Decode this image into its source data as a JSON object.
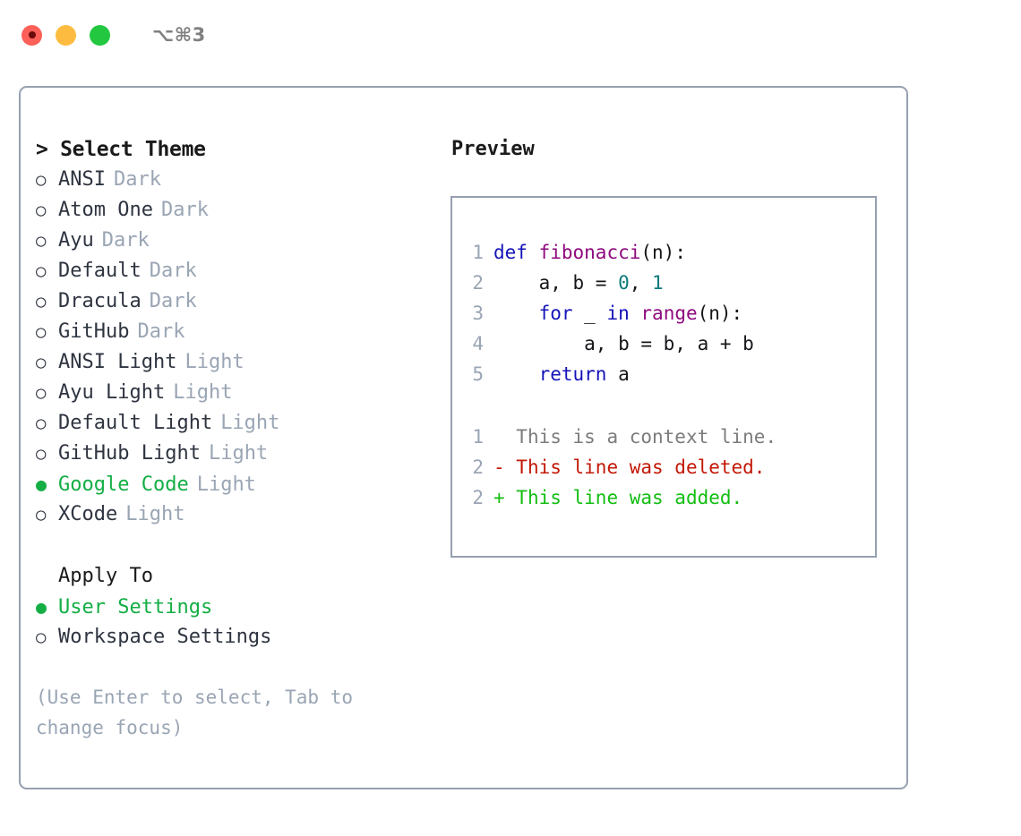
{
  "titlebar": {
    "traffic_lights": [
      {
        "name": "close",
        "color": "#FC6058",
        "recording": true
      },
      {
        "name": "minimize",
        "color": "#FDBC40",
        "recording": false
      },
      {
        "name": "maximize",
        "color": "#23C840",
        "recording": false
      }
    ],
    "shortcut": "⌥⌘3"
  },
  "left": {
    "header": "> Select Theme",
    "themes": [
      {
        "bullet": "○",
        "name": "ANSI",
        "kind": "Dark",
        "selected": false
      },
      {
        "bullet": "○",
        "name": "Atom One",
        "kind": "Dark",
        "selected": false
      },
      {
        "bullet": "○",
        "name": "Ayu",
        "kind": "Dark",
        "selected": false
      },
      {
        "bullet": "○",
        "name": "Default",
        "kind": "Dark",
        "selected": false
      },
      {
        "bullet": "○",
        "name": "Dracula",
        "kind": "Dark",
        "selected": false
      },
      {
        "bullet": "○",
        "name": "GitHub",
        "kind": "Dark",
        "selected": false
      },
      {
        "bullet": "○",
        "name": "ANSI Light",
        "kind": "Light",
        "selected": false
      },
      {
        "bullet": "○",
        "name": "Ayu Light",
        "kind": "Light",
        "selected": false
      },
      {
        "bullet": "○",
        "name": "Default Light",
        "kind": "Light",
        "selected": false
      },
      {
        "bullet": "○",
        "name": "GitHub Light",
        "kind": "Light",
        "selected": false
      },
      {
        "bullet": "●",
        "name": "Google Code",
        "kind": "Light",
        "selected": true
      },
      {
        "bullet": "○",
        "name": "XCode",
        "kind": "Light",
        "selected": false
      }
    ],
    "apply_to": {
      "header": "Apply To",
      "options": [
        {
          "bullet": "●",
          "label": "User Settings",
          "selected": true
        },
        {
          "bullet": "○",
          "label": "Workspace Settings",
          "selected": false
        }
      ]
    },
    "hint": "(Use Enter to select, Tab to change focus)"
  },
  "right": {
    "title": "Preview",
    "code_lines": [
      {
        "number": "1",
        "tokens": [
          {
            "t": "def",
            "c": "kw"
          },
          {
            "t": " ",
            "c": "pl"
          },
          {
            "t": "fibonacci",
            "c": "fn"
          },
          {
            "t": "(n):",
            "c": "pl"
          }
        ]
      },
      {
        "number": "2",
        "tokens": [
          {
            "t": "    a, b = ",
            "c": "pl"
          },
          {
            "t": "0",
            "c": "num"
          },
          {
            "t": ", ",
            "c": "pl"
          },
          {
            "t": "1",
            "c": "num"
          }
        ]
      },
      {
        "number": "3",
        "tokens": [
          {
            "t": "    ",
            "c": "pl"
          },
          {
            "t": "for",
            "c": "kw"
          },
          {
            "t": " _ ",
            "c": "pl"
          },
          {
            "t": "in",
            "c": "kw"
          },
          {
            "t": " ",
            "c": "pl"
          },
          {
            "t": "range",
            "c": "fn"
          },
          {
            "t": "(n):",
            "c": "pl"
          }
        ]
      },
      {
        "number": "4",
        "tokens": [
          {
            "t": "        a, b = b, a + b",
            "c": "pl"
          }
        ]
      },
      {
        "number": "5",
        "tokens": [
          {
            "t": "    ",
            "c": "pl"
          },
          {
            "t": "return",
            "c": "kw"
          },
          {
            "t": " a",
            "c": "pl"
          }
        ]
      }
    ],
    "diff_lines": [
      {
        "number": "1",
        "marker": " ",
        "text": " This is a context line.",
        "kind": "ctx"
      },
      {
        "number": "2",
        "marker": "-",
        "text": " This line was deleted.",
        "kind": "del"
      },
      {
        "number": "2",
        "marker": "+",
        "text": " This line was added.",
        "kind": "add"
      }
    ]
  },
  "colors": {
    "accent_green": "#14AE45",
    "border": "#96A0B0",
    "muted": "#9AA5B4",
    "keyword": "#1414B8",
    "function": "#8E0A7E",
    "number": "#0E7A7A",
    "diff_add": "#13BE13",
    "diff_del": "#C21807",
    "diff_ctx": "#7C7C7C"
  }
}
